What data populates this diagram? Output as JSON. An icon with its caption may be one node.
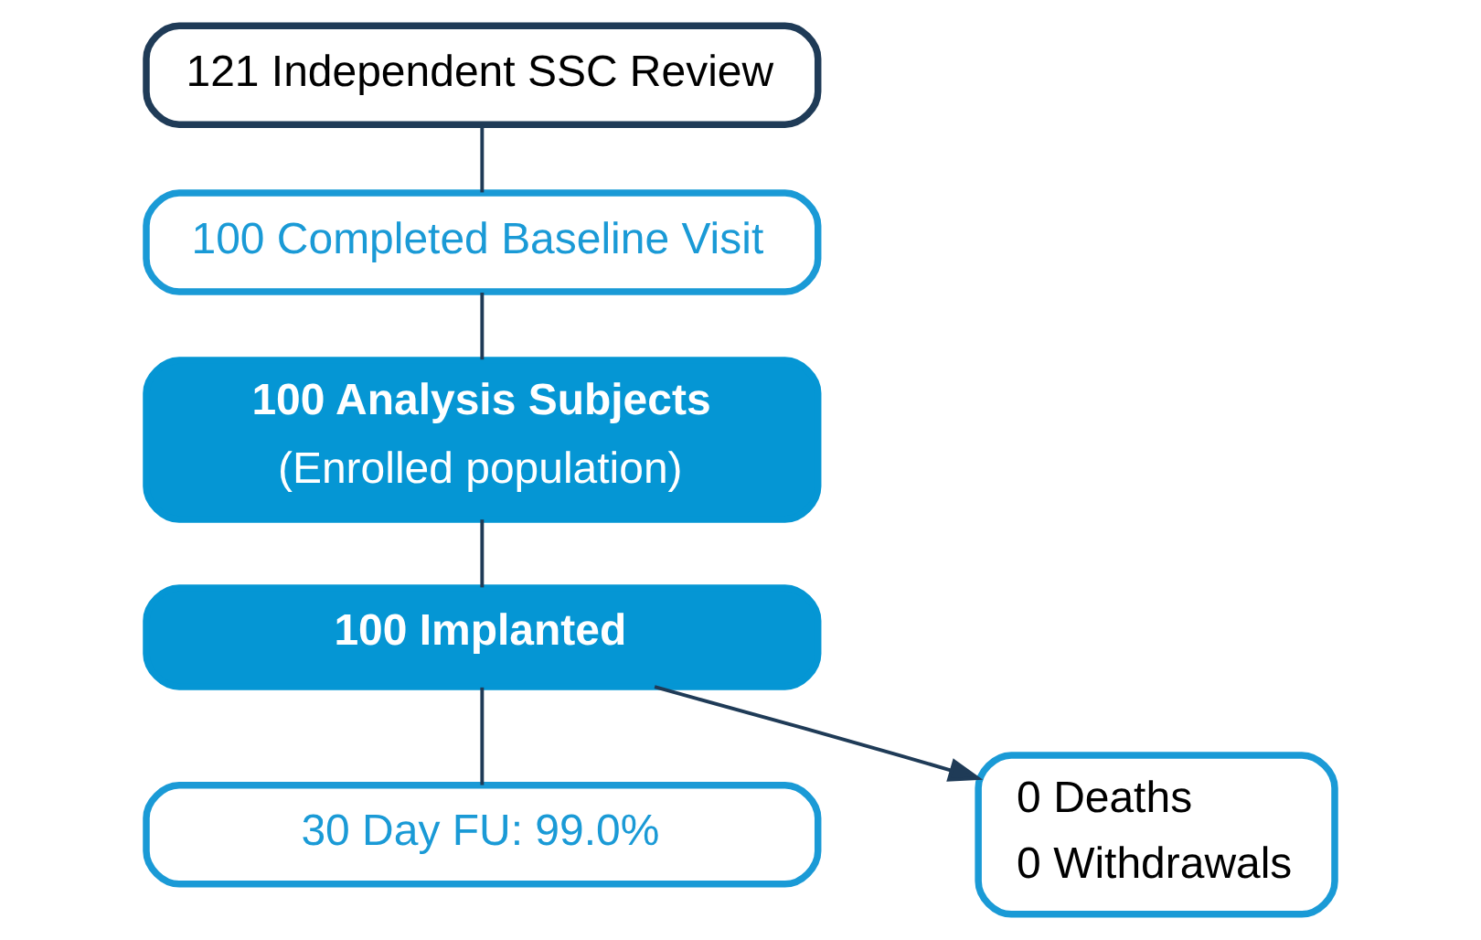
{
  "diagram": {
    "nodes": [
      {
        "text": [
          "121 Independent SSC Review"
        ]
      },
      {
        "text": [
          "100 Completed Baseline Visit"
        ]
      },
      {
        "text": [
          "100 Analysis Subjects",
          "(Enrolled population)"
        ]
      },
      {
        "text": [
          "100 Implanted"
        ]
      },
      {
        "text": [
          "30 Day FU: 99.0%"
        ]
      },
      {
        "text": [
          "0 Deaths",
          "0 Withdrawals"
        ]
      }
    ],
    "edges": [
      {
        "from": 0,
        "to": 1,
        "arrow": "none"
      },
      {
        "from": 1,
        "to": 2,
        "arrow": "none"
      },
      {
        "from": 2,
        "to": 3,
        "arrow": "none"
      },
      {
        "from": 3,
        "to": 4,
        "arrow": "none"
      },
      {
        "from": 3,
        "to": 5,
        "arrow": "to"
      }
    ]
  }
}
